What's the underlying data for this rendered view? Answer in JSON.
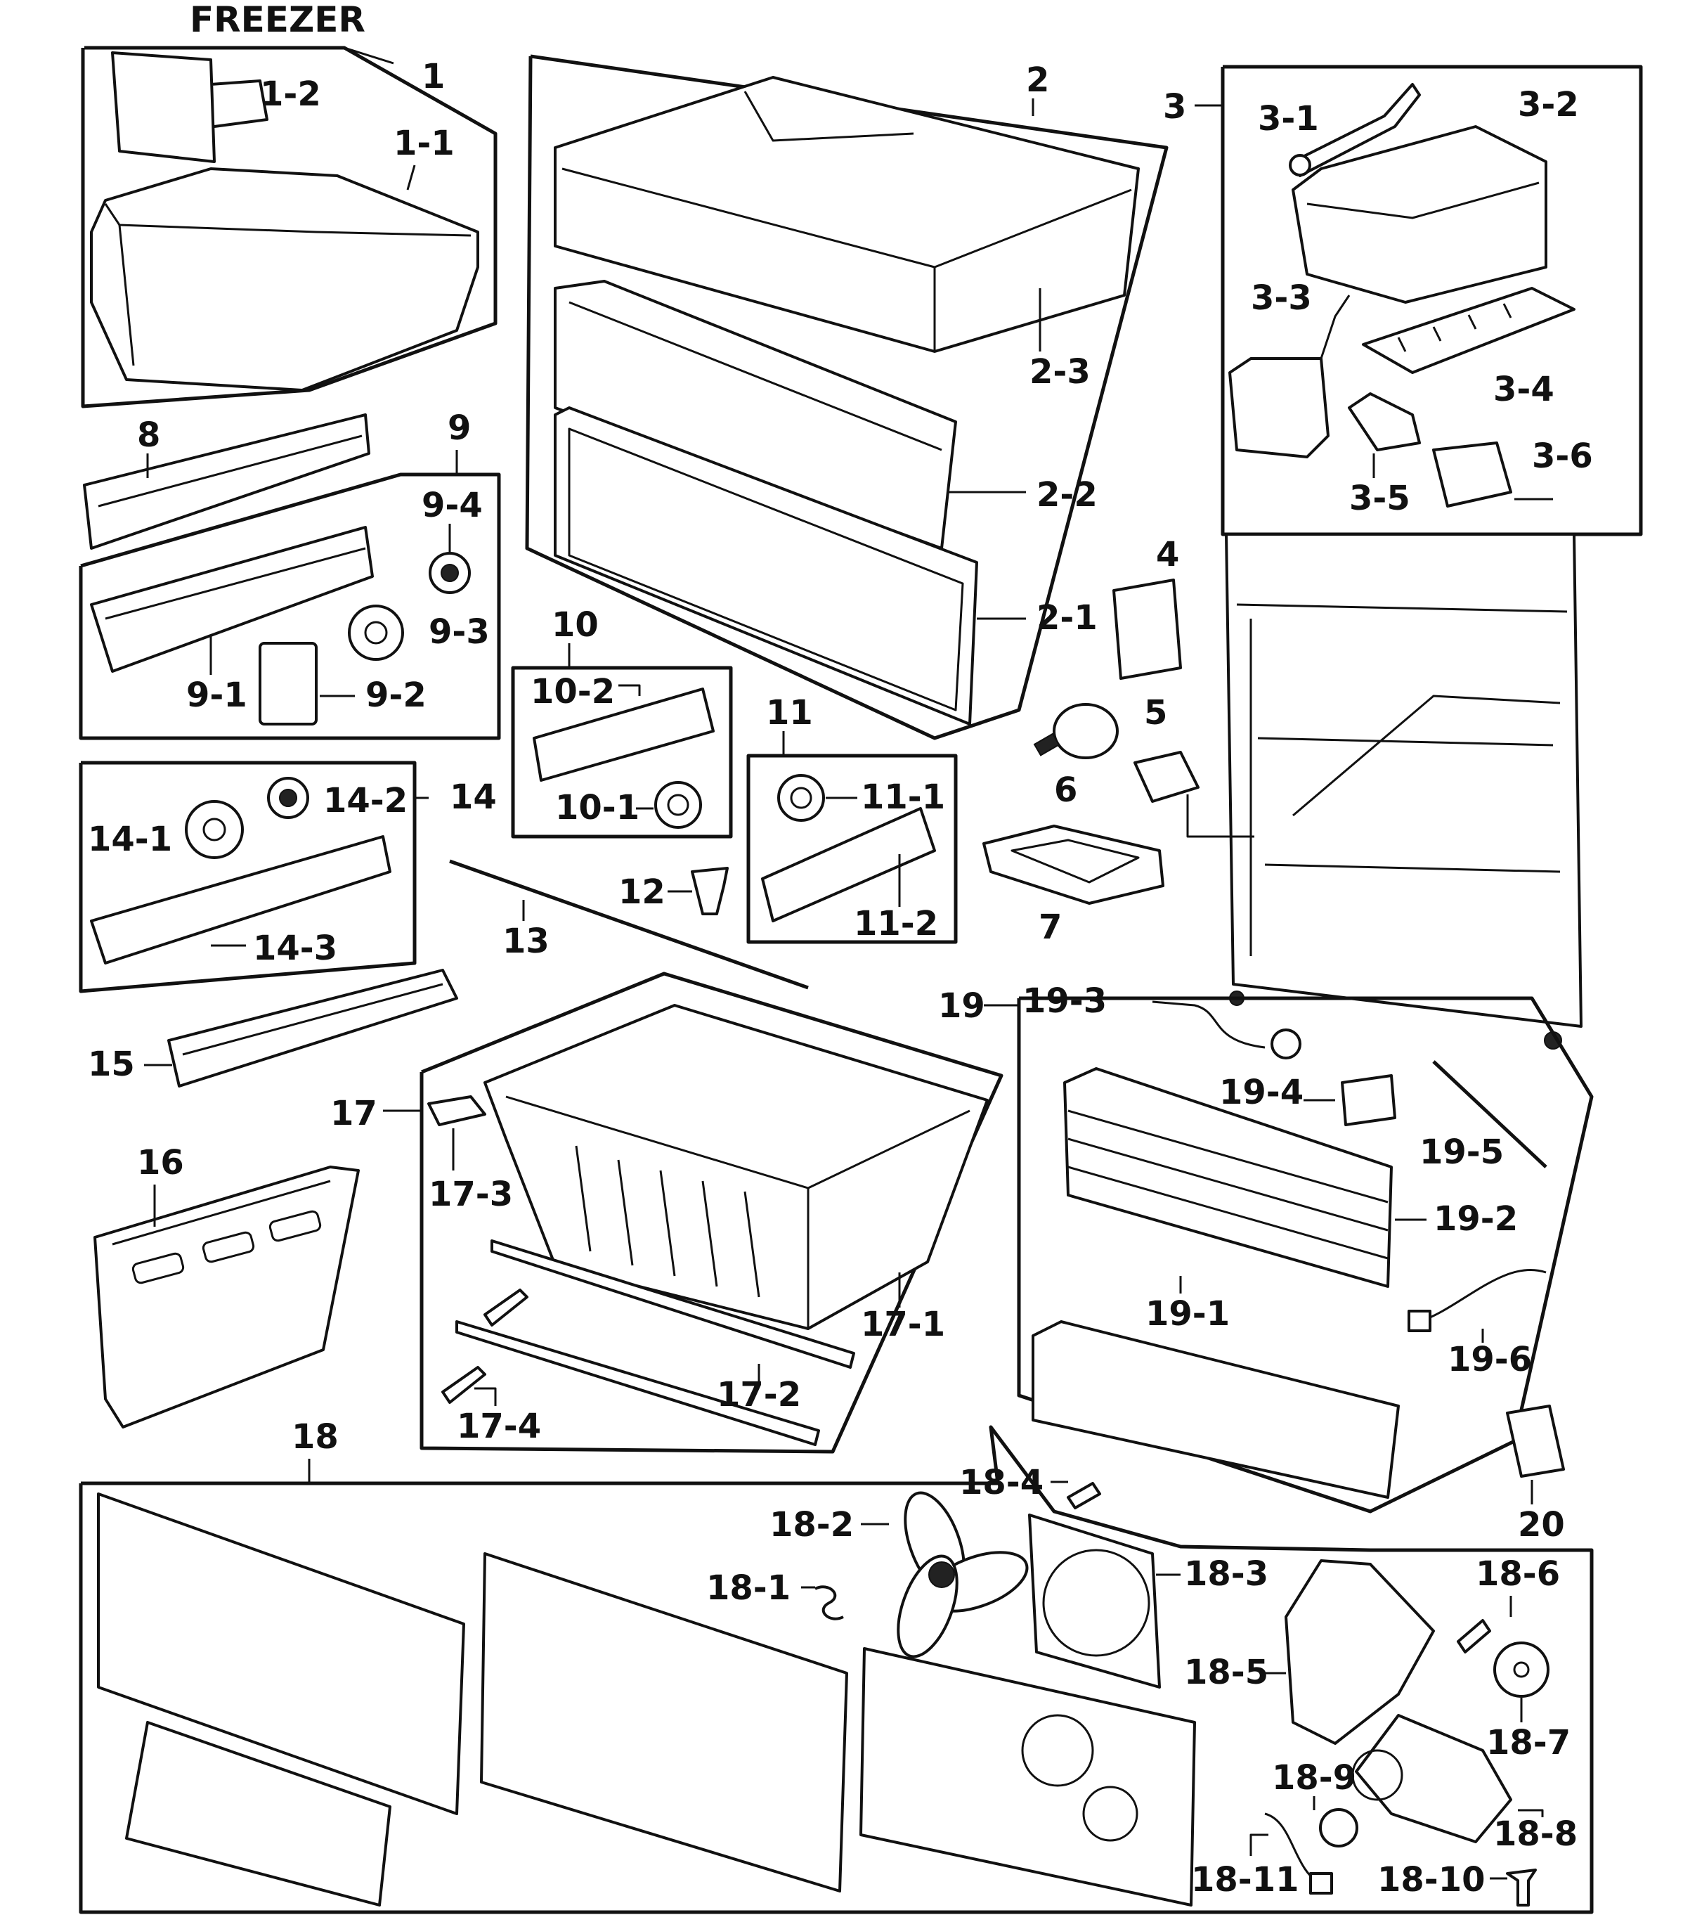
{
  "title": "FREEZER",
  "labels": {
    "p1": "1",
    "p1_1": "1-1",
    "p1_2": "1-2",
    "p2": "2",
    "p2_1": "2-1",
    "p2_2": "2-2",
    "p2_3": "2-3",
    "p3": "3",
    "p3_1": "3-1",
    "p3_2": "3-2",
    "p3_3": "3-3",
    "p3_4": "3-4",
    "p3_5": "3-5",
    "p3_6": "3-6",
    "p4": "4",
    "p5": "5",
    "p6": "6",
    "p7": "7",
    "p8": "8",
    "p9": "9",
    "p9_1": "9-1",
    "p9_2": "9-2",
    "p9_3": "9-3",
    "p9_4": "9-4",
    "p10": "10",
    "p10_1": "10-1",
    "p10_2": "10-2",
    "p11": "11",
    "p11_1": "11-1",
    "p11_2": "11-2",
    "p12": "12",
    "p13": "13",
    "p14": "14",
    "p14_1": "14-1",
    "p14_2": "14-2",
    "p14_3": "14-3",
    "p15": "15",
    "p16": "16",
    "p17": "17",
    "p17_1": "17-1",
    "p17_2": "17-2",
    "p17_3": "17-3",
    "p17_4": "17-4",
    "p18": "18",
    "p18_1": "18-1",
    "p18_2": "18-2",
    "p18_3": "18-3",
    "p18_4": "18-4",
    "p18_5": "18-5",
    "p18_6": "18-6",
    "p18_7": "18-7",
    "p18_8": "18-8",
    "p18_9": "18-9",
    "p18_10": "18-10",
    "p18_11": "18-11",
    "p19": "19",
    "p19_1": "19-1",
    "p19_2": "19-2",
    "p19_3": "19-3",
    "p19_4": "19-4",
    "p19_5": "19-5",
    "p19_6": "19-6",
    "p20": "20"
  }
}
